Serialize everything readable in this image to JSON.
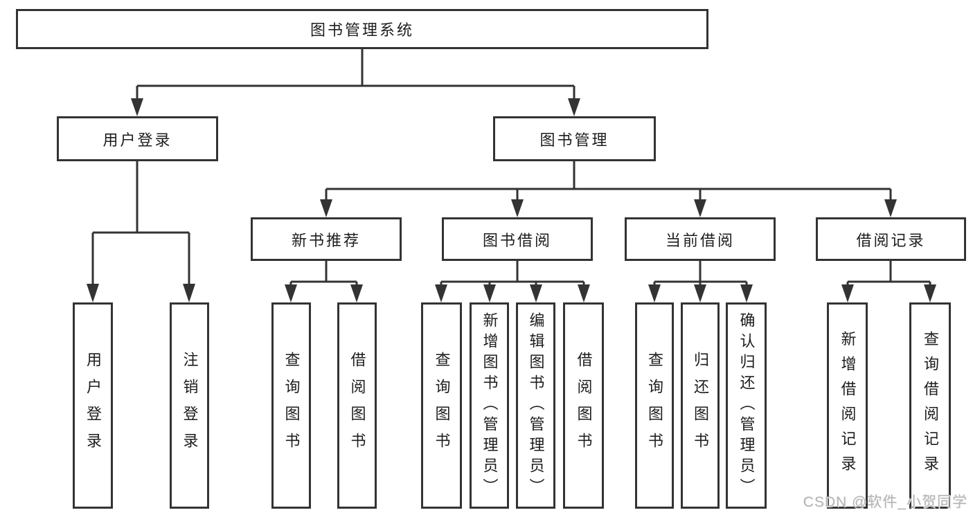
{
  "diagram": {
    "type": "tree",
    "root": {
      "label": "图书管理系统"
    },
    "level2": [
      {
        "label": "用户登录",
        "children": [
          {
            "label": "用户登录"
          },
          {
            "label": "注销登录"
          }
        ]
      },
      {
        "label": "图书管理",
        "children": [
          {
            "label": "新书推荐",
            "children": [
              {
                "label": "查询图书"
              },
              {
                "label": "借阅图书"
              }
            ]
          },
          {
            "label": "图书借阅",
            "children": [
              {
                "label": "查询图书"
              },
              {
                "label": "新增图书（管理员）"
              },
              {
                "label": "编辑图书（管理员）"
              },
              {
                "label": "借阅图书"
              }
            ]
          },
          {
            "label": "当前借阅",
            "children": [
              {
                "label": "查询图书"
              },
              {
                "label": "归还图书"
              },
              {
                "label": "确认归还（管理员）"
              }
            ]
          },
          {
            "label": "借阅记录",
            "children": [
              {
                "label": "新增借阅记录"
              },
              {
                "label": "查询借阅记录"
              }
            ]
          }
        ]
      }
    ],
    "colors": {
      "line": "#333333",
      "text": "#1d1d1d",
      "background": "#ffffff",
      "watermark": "#b4b4b4"
    }
  },
  "watermark": {
    "text": "CSDN @软件_小贺同学"
  }
}
